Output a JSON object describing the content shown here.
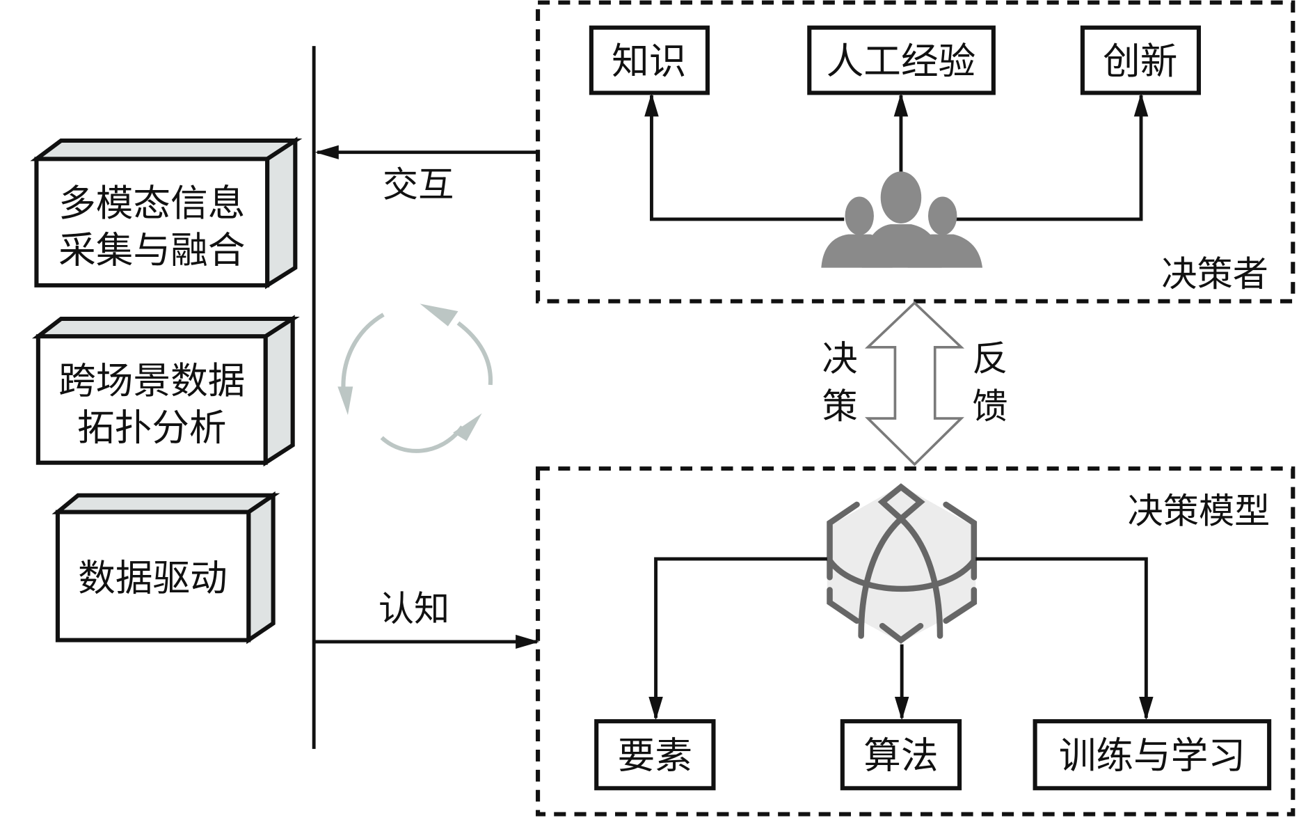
{
  "left_panel": {
    "blocks": [
      {
        "lines": [
          "多模态信息",
          "采集与融合"
        ]
      },
      {
        "lines": [
          "跨场景数据",
          "拓扑分析"
        ]
      },
      {
        "lines": [
          "数据驱动"
        ]
      }
    ],
    "cycle_icon": "circular-arrows-icon"
  },
  "arrows": {
    "interaction_label": "交互",
    "cognition_label": "认知"
  },
  "decision_maker": {
    "title": "决策者",
    "icon": "people-group-icon",
    "boxes": [
      "知识",
      "人工经验",
      "创新"
    ]
  },
  "exchange": {
    "left_label": [
      "决",
      "策"
    ],
    "right_label": [
      "反",
      "馈"
    ]
  },
  "decision_model": {
    "title": "决策模型",
    "icon": "model-cube-icon",
    "boxes": [
      "要素",
      "算法",
      "训练与学习"
    ]
  },
  "colors": {
    "line": "#111111",
    "block_side": "#dfe3e3",
    "icon_gray": "#8a8a8a",
    "cycle_arrow": "#bcc6c4",
    "double_arrow": "#7a7a7a"
  }
}
